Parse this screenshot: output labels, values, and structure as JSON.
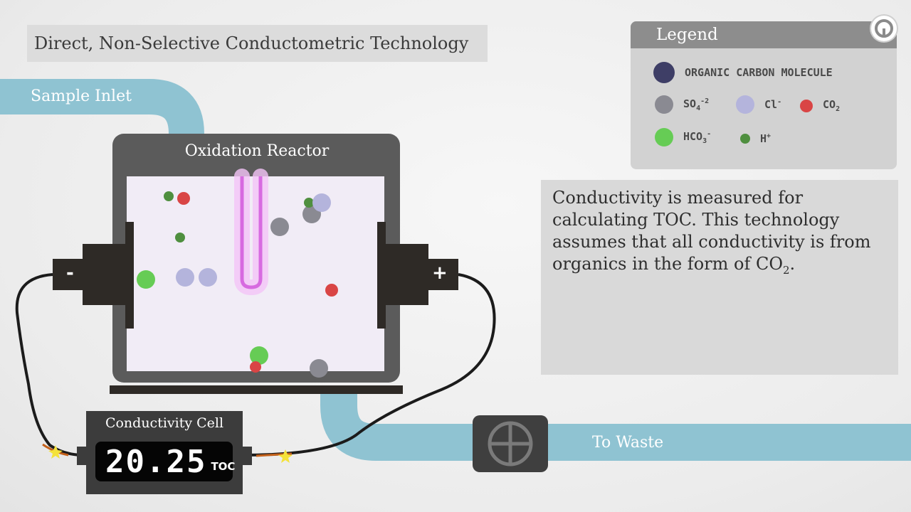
{
  "title": "Direct, Non-Selective Conductometric Technology",
  "pipes": {
    "sample_inlet_label": "Sample Inlet",
    "to_waste_label": "To Waste"
  },
  "reactor": {
    "label": "Oxidation Reactor",
    "negative_terminal": "-",
    "positive_terminal": "+"
  },
  "conductivity_cell": {
    "label": "Conductivity Cell",
    "value": "20.25",
    "unit": "TOC"
  },
  "legend": {
    "title": "Legend",
    "organic": {
      "label": "ORGANIC CARBON MOLECULE",
      "color": "#3e3e66"
    },
    "so4": {
      "base": "SO",
      "sub": "4",
      "sup": "-2",
      "color": "#8a8a92"
    },
    "cl": {
      "base": "Cl",
      "sup": "-",
      "color": "#b4b4dc"
    },
    "co2": {
      "base": "CO",
      "sub": "2",
      "color": "#d94545"
    },
    "hco3": {
      "base": "HCO",
      "sub": "3",
      "sup": "-",
      "color": "#66cc55"
    },
    "h": {
      "base": "H",
      "sup": "+",
      "color": "#4f8f3f"
    }
  },
  "info": {
    "text": "Conductivity is measured for calculating TOC. This technology assumes that all conductivity is from organics in the form of CO",
    "sub": "2",
    "end": "."
  },
  "colors": {
    "pipe": "#8fc3d2",
    "housing": "#5b5b5b",
    "chamber": "#f1ecf6",
    "uv_lamp": "#e08ae8",
    "terminal": "#2e2a26"
  }
}
